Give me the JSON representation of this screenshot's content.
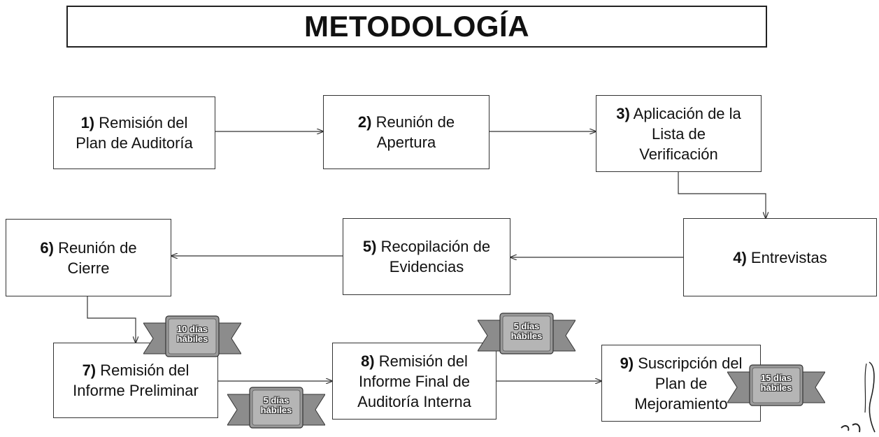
{
  "title": "METODOLOGÍA",
  "steps": [
    {
      "num": "1)",
      "lines": [
        "Remisión del",
        "Plan de Auditoría"
      ]
    },
    {
      "num": "2)",
      "lines": [
        "Reunión de",
        "Apertura"
      ]
    },
    {
      "num": "3)",
      "lines": [
        "Aplicación de la",
        "Lista de",
        "Verificación"
      ]
    },
    {
      "num": "4)",
      "lines": [
        "Entrevistas"
      ]
    },
    {
      "num": "5)",
      "lines": [
        "Recopilación de",
        "Evidencias"
      ]
    },
    {
      "num": "6)",
      "lines": [
        "Reunión de",
        "Cierre"
      ]
    },
    {
      "num": "7)",
      "lines": [
        "Remisión del",
        "Informe Preliminar"
      ]
    },
    {
      "num": "8)",
      "lines": [
        "Remisión del",
        "Informe Final de",
        "Auditoría Interna"
      ]
    },
    {
      "num": "9)",
      "lines": [
        "Suscripción del",
        "Plan de",
        "Mejoramiento"
      ]
    }
  ],
  "badges": [
    {
      "lines": [
        "10 días",
        "hábiles"
      ]
    },
    {
      "lines": [
        "5 días",
        "hábiles"
      ]
    },
    {
      "lines": [
        "5 días",
        "hábiles"
      ]
    },
    {
      "lines": [
        "15 días",
        "hábiles"
      ]
    }
  ],
  "colors": {
    "line": "#333333",
    "border": "#222222",
    "badge_fill": "#9a9a9a",
    "badge_dark": "#555555"
  }
}
